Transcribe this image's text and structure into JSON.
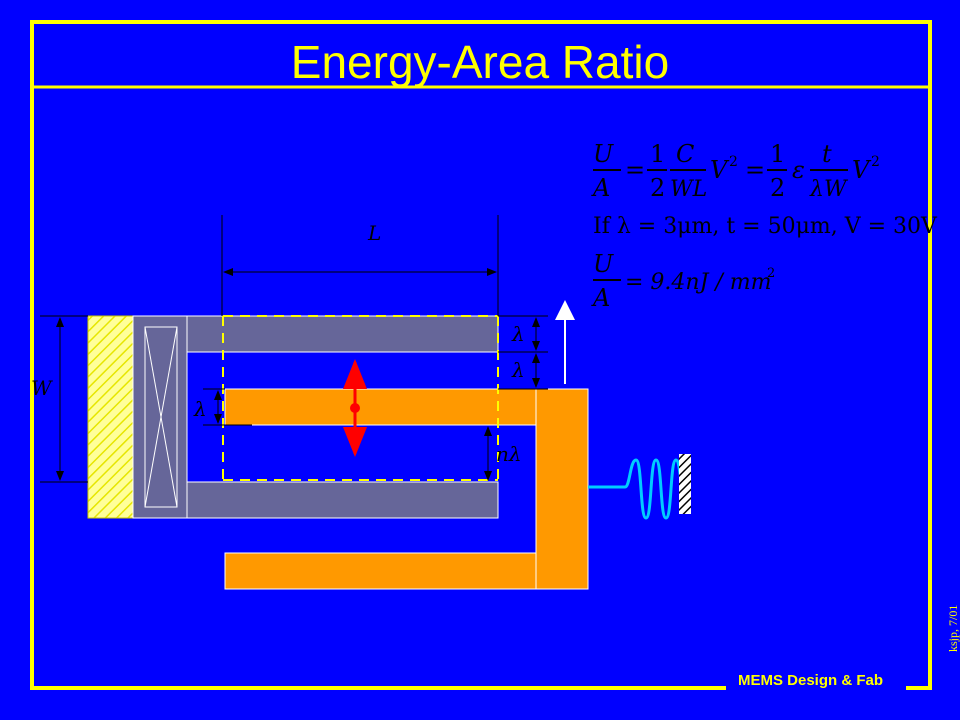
{
  "slide": {
    "title": "Energy-Area Ratio",
    "footer_brand": "MEMS Design & Fab",
    "credit": "ksjp, 7/01"
  },
  "equations": {
    "eq1": {
      "lhs_num": "U",
      "lhs_den": "A",
      "f1_num": "1",
      "f1_den": "2",
      "f2_num": "C",
      "f2_den": "WL",
      "v_sq": "V",
      "f3_num": "1",
      "f3_den": "2",
      "eps": "ε",
      "f4_num": "t",
      "f4_den": "λW",
      "exp": "2"
    },
    "condition": "If  λ = 3μm, t = 50μm, V = 30V",
    "eq2": {
      "lhs_num": "U",
      "lhs_den": "A",
      "rhs": "= 9.4nJ / mm",
      "rhs_exp": "2"
    }
  },
  "diagram": {
    "labels": {
      "length": "L",
      "width": "W",
      "gap_top_1": "λ",
      "gap_top_2": "λ",
      "finger_width": "λ",
      "gap_bottom": "nλ"
    }
  },
  "colors": {
    "background": "#0000ff",
    "border": "#ffff00",
    "title": "#ffff00",
    "electrode": "#666699",
    "shuttle": "#ff9900",
    "anchor_hatch": "#ffff66",
    "spring": "#00ccff",
    "arrow_motion": "#ff0000"
  }
}
